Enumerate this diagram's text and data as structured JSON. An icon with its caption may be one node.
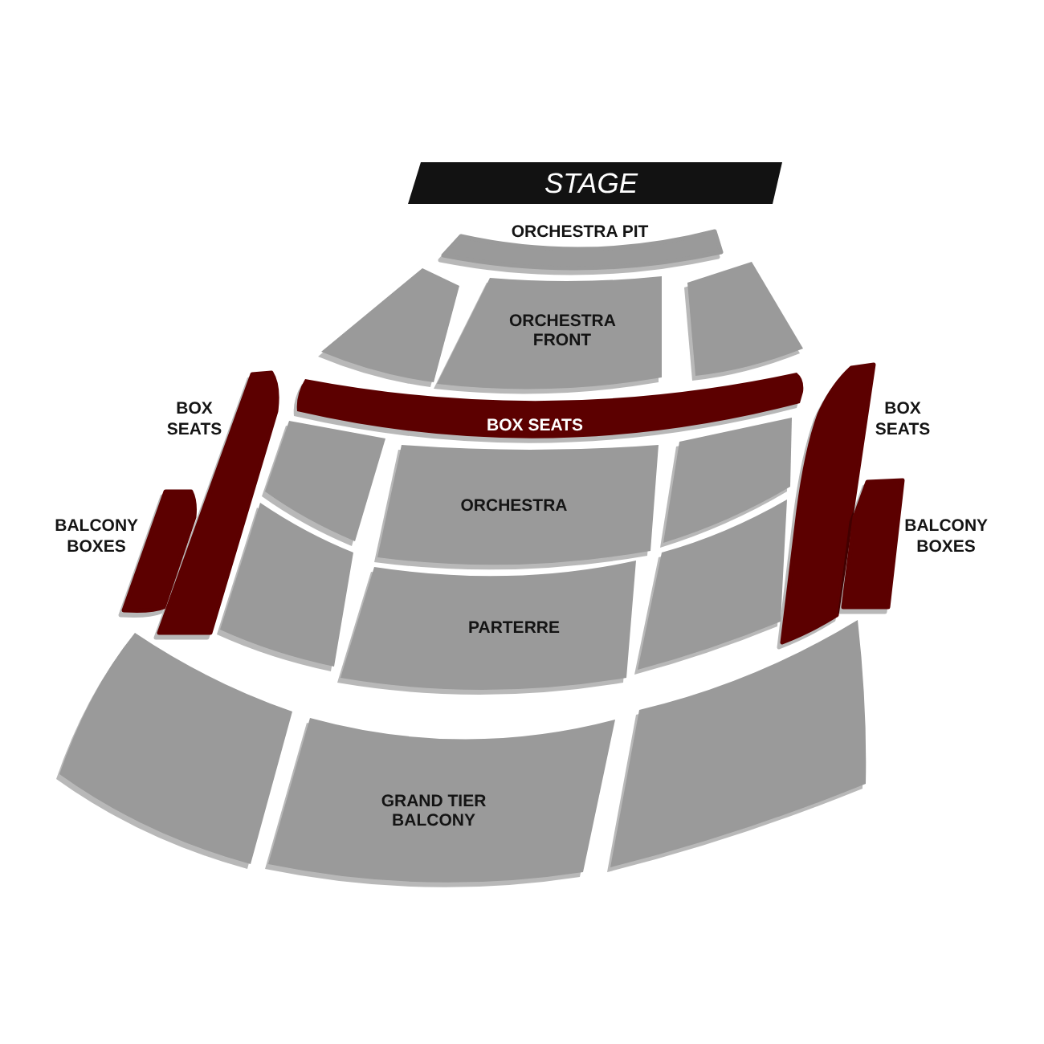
{
  "diagram": {
    "nodes": [
      {
        "text": [
          "STAGE"
        ]
      },
      {
        "text": [],
        "shape": "bar",
        "beside": [
          "ORCHESTRA PIT"
        ]
      },
      {
        "text": [],
        "shape": "box"
      },
      {
        "text": [
          "ORCHESTRA FRONT"
        ]
      },
      {
        "text": [],
        "shape": "box"
      },
      {
        "text": [],
        "shape": "bar",
        "beside": [
          "BOX SEATS"
        ]
      },
      {
        "text": [
          "BOX SEATS"
        ]
      },
      {
        "text": [],
        "shape": "bar",
        "beside": [
          "BOX SEATS"
        ]
      },
      {
        "text": [],
        "shape": "box"
      },
      {
        "text": [
          "ORCHESTRA"
        ]
      },
      {
        "text": [],
        "shape": "box"
      },
      {
        "text": [],
        "shape": "bar",
        "beside": [
          "BALCONY BOXES"
        ]
      },
      {
        "text": [],
        "shape": "bar",
        "beside": [
          "BALCONY BOXES"
        ]
      },
      {
        "text": [],
        "shape": "box"
      },
      {
        "text": [
          "PARTERRE"
        ]
      },
      {
        "text": [],
        "shape": "box"
      },
      {
        "text": [],
        "shape": "box"
      },
      {
        "text": [
          "GRAND TIER BALCONY"
        ]
      },
      {
        "text": [],
        "shape": "box"
      }
    ]
  }
}
